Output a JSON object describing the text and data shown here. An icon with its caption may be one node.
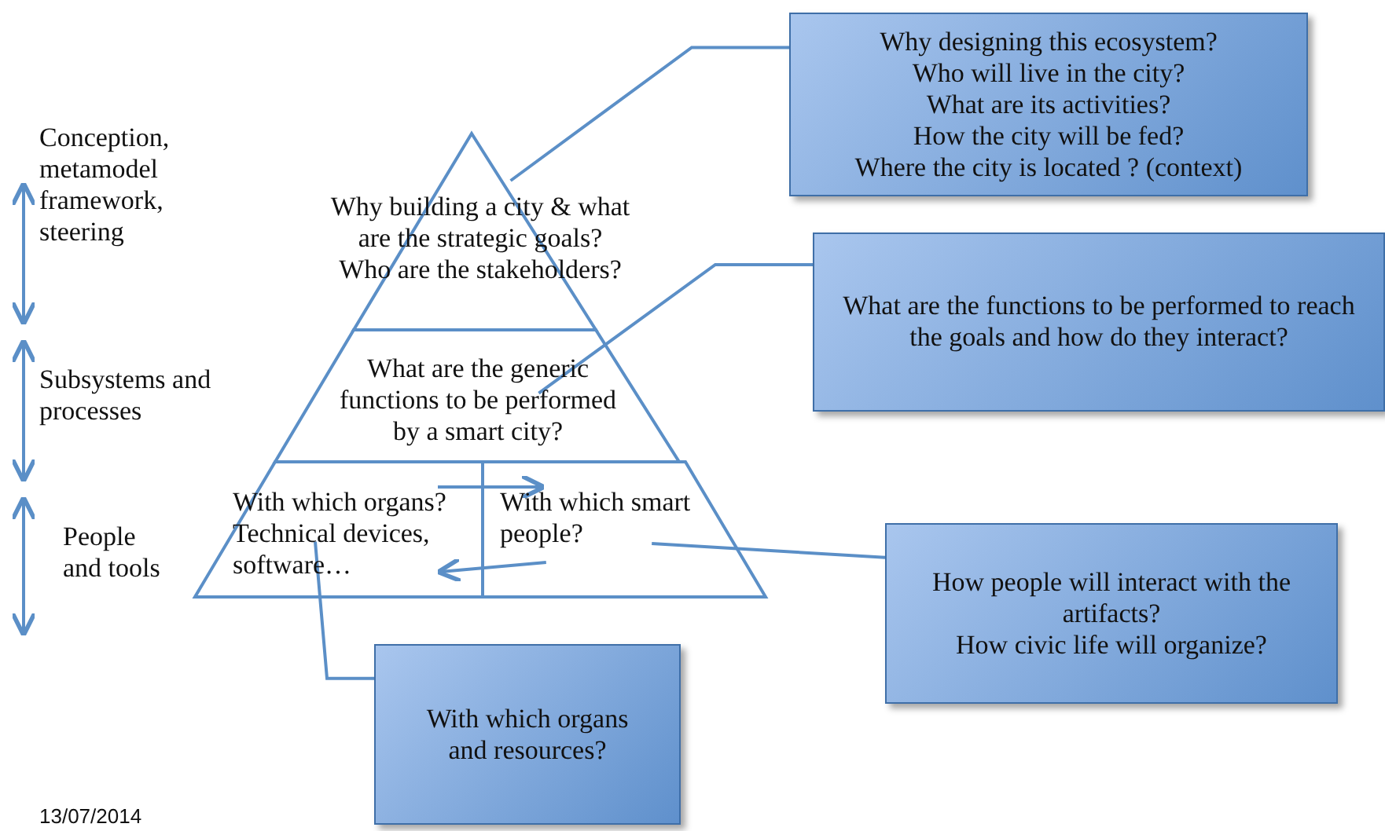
{
  "diagram": {
    "nodes": [
      {
        "text": [
          "Why building a city & what are the strategic goals?",
          "Who are the stakeholders?"
        ]
      },
      {
        "text": [
          "What are the generic functions to be performed by a smart city?"
        ]
      },
      {
        "text": [],
        "shape": "trapezoid"
      },
      {
        "text": [
          "With which organs? Technical devices, software…"
        ],
        "in": 2
      },
      {
        "text": [
          "With which smart people?"
        ],
        "in": 2
      },
      {
        "text": [
          "Why designing this ecosystem?",
          "Who will live in the city?",
          "What are its activities?",
          "How the city will be fed?",
          "Where the city is located ? (context)"
        ]
      },
      {
        "text": [
          "What are the functions to be performed to reach the goals and how do they interact?"
        ]
      },
      {
        "text": [
          "How people will interact with the artifacts?",
          "How civic life will organize?"
        ]
      },
      {
        "text": [
          "With which organs and resources?"
        ]
      }
    ],
    "edges": [
      {
        "from": 5,
        "to": 0,
        "arrow": "none"
      },
      {
        "from": 6,
        "to": 1,
        "arrow": "none"
      },
      {
        "from": 7,
        "to": 4,
        "arrow": "none"
      },
      {
        "from": 8,
        "to": 3,
        "arrow": "none"
      },
      {
        "from": 3,
        "to": 4,
        "arrow": "to"
      },
      {
        "from": 4,
        "to": 3,
        "arrow": "to"
      }
    ],
    "labels": [
      "Conception, metamodel framework, steering",
      "Subsystems and processes",
      "People and tools",
      "13/07/2014"
    ]
  }
}
